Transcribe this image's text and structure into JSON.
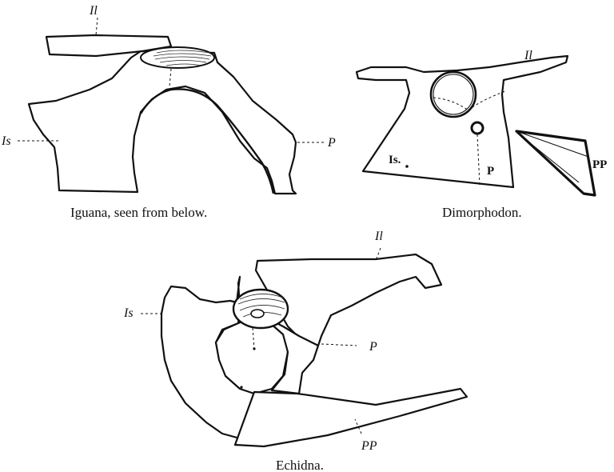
{
  "iguana": {
    "label_il": "Il",
    "label_is": "Is",
    "label_p": "P",
    "caption": "Iguana, seen from below."
  },
  "dimorphodon": {
    "label_il": "Il",
    "label_is": "Is.",
    "label_p": "P",
    "label_pp": "PP",
    "caption": "Dimorphodon."
  },
  "echidna": {
    "label_il": "Il",
    "label_is": "Is",
    "label_p": "P",
    "label_pp": "PP",
    "caption": "Echidna."
  }
}
